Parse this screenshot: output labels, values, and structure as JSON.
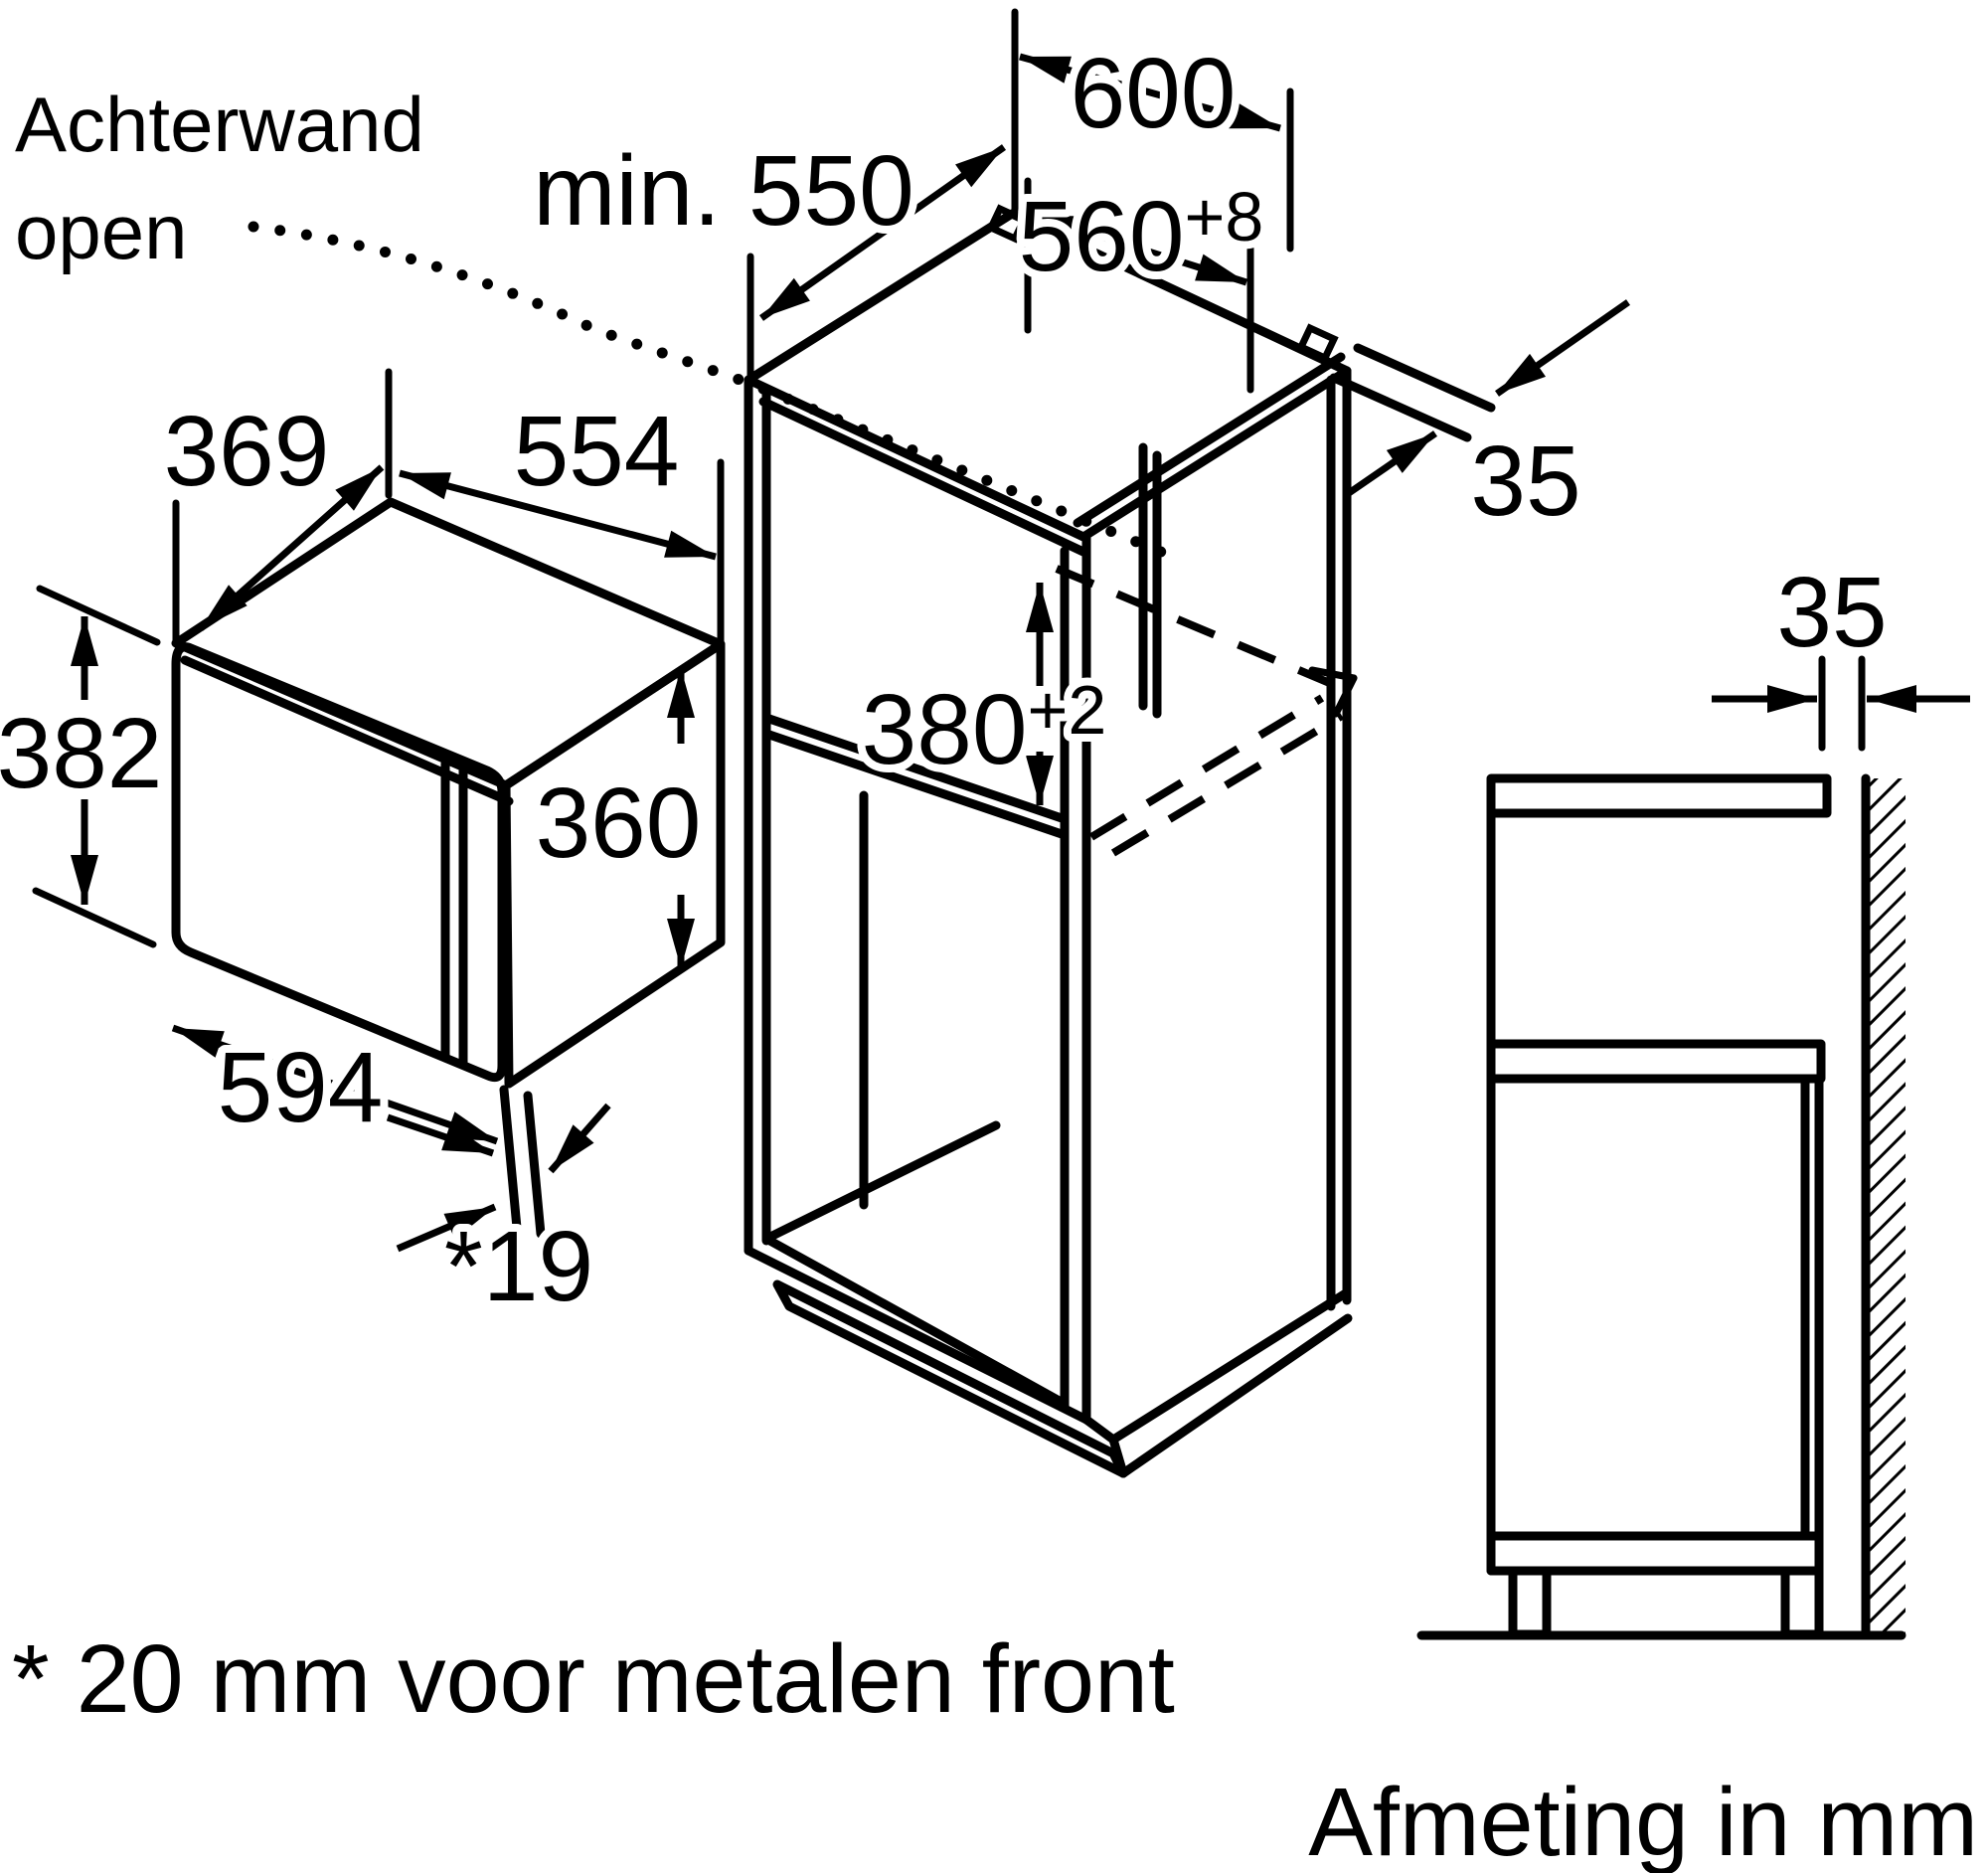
{
  "drawing": {
    "type": "installation-dimension-diagram",
    "product": "built-in microwave with tall cabinet niche",
    "language": "Dutch",
    "colors": {
      "line": "#000000",
      "background": "#ffffff"
    }
  },
  "annotations": {
    "back_panel_note_line1": "Achterwand",
    "back_panel_note_line2": "open",
    "footnote": "* 20 mm voor metalen front",
    "units_note": "Afmeting in mm"
  },
  "dimensions": {
    "min_depth": "min. 550",
    "cabinet_width": "600",
    "niche_width_value": "560",
    "niche_width_tolerance": "+8",
    "top_gap": "35",
    "appliance_depth": "369",
    "appliance_body_width": "554",
    "appliance_front_height": "382",
    "appliance_body_height": "360",
    "niche_height_value": "380",
    "niche_height_tolerance": "+2",
    "appliance_front_width": "594",
    "front_frame_thickness": "*19",
    "rear_wall_gap": "35"
  }
}
